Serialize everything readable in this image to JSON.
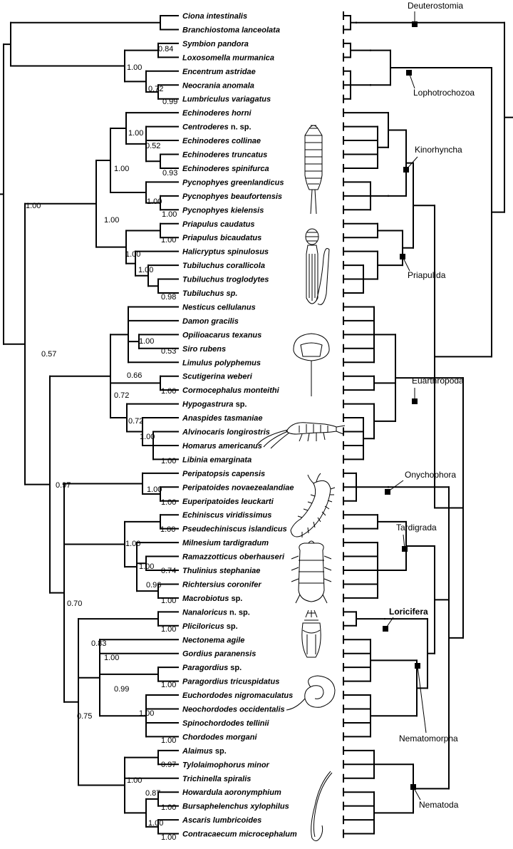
{
  "taxa": [
    {
      "pre": "Ciona intestinalis"
    },
    {
      "pre": "Branchiostoma lanceolata"
    },
    {
      "pre": "Symbion pandora"
    },
    {
      "pre": "Loxosomella murmanica"
    },
    {
      "pre": "Encentrum astridae"
    },
    {
      "pre": "Neocrania anomala"
    },
    {
      "pre": "Lumbriculus variagatus"
    },
    {
      "pre": "Echinoderes horni"
    },
    {
      "pre": "Centroderes",
      "post": " n. sp."
    },
    {
      "pre": "Echinoderes collinae"
    },
    {
      "pre": "Echinoderes truncatus"
    },
    {
      "pre": "Echinoderes spinifurca"
    },
    {
      "pre": "Pycnophyes greenlandicus"
    },
    {
      "pre": "Pycnophyes beaufortensis"
    },
    {
      "pre": "Pycnophyes kielensis"
    },
    {
      "pre": "Priapulus caudatus"
    },
    {
      "pre": "Priapulus bicaudatus"
    },
    {
      "pre": "Halicryptus spinulosus"
    },
    {
      "pre": "Tubiluchus corallicola"
    },
    {
      "pre": "Tubiluchus troglodytes"
    },
    {
      "pre": "Tubiluchus sp."
    },
    {
      "pre": "Nesticus cellulanus"
    },
    {
      "pre": "Damon gracilis"
    },
    {
      "pre": "Opilioacarus texanus"
    },
    {
      "pre": "Siro rubens"
    },
    {
      "pre": "Limulus polyphemus"
    },
    {
      "pre": "Scutigerina weberi"
    },
    {
      "pre": "Cormocephalus monteithi"
    },
    {
      "pre": "Hypogastrura",
      "post": " sp."
    },
    {
      "pre": "Anaspides tasmaniae"
    },
    {
      "pre": "Alvinocaris longirostris"
    },
    {
      "pre": "Homarus americanus"
    },
    {
      "pre": "Libinia emarginata"
    },
    {
      "pre": "Peripatopsis capensis"
    },
    {
      "pre": "Peripatoides novaezealandiae"
    },
    {
      "pre": "Euperipatoides leuckarti"
    },
    {
      "pre": "Echiniscus viridissimus"
    },
    {
      "pre": "Pseudechiniscus islandicus"
    },
    {
      "pre": "Milnesium tardigradum"
    },
    {
      "pre": "Ramazzotticus oberhauseri"
    },
    {
      "pre": "Thulinius stephaniae"
    },
    {
      "pre": "Richtersius coronifer"
    },
    {
      "pre": "Macrobiotus",
      "post": " sp."
    },
    {
      "pre": "Nanaloricus",
      "post": " n. sp."
    },
    {
      "pre": "Pliciloricus",
      "post": " sp."
    },
    {
      "pre": "Nectonema agile"
    },
    {
      "pre": "Gordius paranensis"
    },
    {
      "pre": "Paragordius",
      "post": " sp."
    },
    {
      "pre": "Paragordius tricuspidatus"
    },
    {
      "pre": "Euchordodes nigromaculatus"
    },
    {
      "pre": "Neochordodes occidentalis"
    },
    {
      "pre": "Spinochordodes tellinii"
    },
    {
      "pre": "Chordodes morgani"
    },
    {
      "pre": "Alaimus",
      "post": " sp."
    },
    {
      "pre": "Tylolaimophorus minor"
    },
    {
      "pre": "Trichinella spiralis"
    },
    {
      "pre": "Howardula aoronymphium"
    },
    {
      "pre": "Bursaphelenchus xylophilus"
    },
    {
      "pre": "Ascaris lumbricoides"
    },
    {
      "pre": "Contracaecum microcephalum"
    }
  ],
  "support_values": [
    {
      "id": "s_sym_lox",
      "value": "0.84"
    },
    {
      "id": "s_loph",
      "value": "1.00"
    },
    {
      "id": "s_neo_lum",
      "value": "0.99"
    },
    {
      "id": "s_enc_grp",
      "value": "0.72"
    },
    {
      "id": "s_echh_grp",
      "value": "1.00"
    },
    {
      "id": "s_cent_grp",
      "value": "0.52"
    },
    {
      "id": "s_tru_spi",
      "value": "0.93"
    },
    {
      "id": "s_kino",
      "value": "1.00"
    },
    {
      "id": "s_pyc_grp",
      "value": "1.00"
    },
    {
      "id": "s_beau_kiel",
      "value": "1.00"
    },
    {
      "id": "s_scalid",
      "value": "1.00"
    },
    {
      "id": "s_pri_cau_bic",
      "value": "1.00"
    },
    {
      "id": "s_pri_grp",
      "value": "1.00"
    },
    {
      "id": "s_tub_grp",
      "value": "1.00"
    },
    {
      "id": "s_trog_sp",
      "value": "0.98"
    },
    {
      "id": "s_protostomia",
      "value": "1.00"
    },
    {
      "id": "s_opil_grp",
      "value": "1.00"
    },
    {
      "id": "s_siro",
      "value": "0.53"
    },
    {
      "id": "s_chel",
      "value": "0.66"
    },
    {
      "id": "s_euarth",
      "value": "0.72"
    },
    {
      "id": "s_myr",
      "value": "1.00"
    },
    {
      "id": "s_pancrust",
      "value": "0.72"
    },
    {
      "id": "s_malac",
      "value": "1.00"
    },
    {
      "id": "s_hom_lib",
      "value": "1.00"
    },
    {
      "id": "s_ecdy",
      "value": "0.57"
    },
    {
      "id": "s_pan_ecd",
      "value": "0.97"
    },
    {
      "id": "s_onych",
      "value": "1.00"
    },
    {
      "id": "s_peri",
      "value": "1.00"
    },
    {
      "id": "s_ech_pse",
      "value": "1.00"
    },
    {
      "id": "s_tardi",
      "value": "1.00"
    },
    {
      "id": "s_eutard",
      "value": "1.00"
    },
    {
      "id": "s_ram_thu",
      "value": "0.74"
    },
    {
      "id": "s_macro_grp",
      "value": "0.96"
    },
    {
      "id": "s_ric_mac",
      "value": "1.00"
    },
    {
      "id": "s_nema_grp",
      "value": "0.70"
    },
    {
      "id": "s_lori",
      "value": "1.00"
    },
    {
      "id": "s_lori_nemato",
      "value": "0.83"
    },
    {
      "id": "s_nemato",
      "value": "1.00"
    },
    {
      "id": "s_gordiida",
      "value": "0.99"
    },
    {
      "id": "s_parag",
      "value": "1.00"
    },
    {
      "id": "s_chordo",
      "value": "1.00"
    },
    {
      "id": "s_spi_cho",
      "value": "1.00"
    },
    {
      "id": "s_nematoda_grp",
      "value": "0.75"
    },
    {
      "id": "s_alai",
      "value": "0.97"
    },
    {
      "id": "s_nematoda",
      "value": "1.00"
    },
    {
      "id": "s_rhabd",
      "value": "0.87"
    },
    {
      "id": "s_how_bur",
      "value": "1.00"
    },
    {
      "id": "s_asc_grp",
      "value": "1.00"
    },
    {
      "id": "s_asc_con",
      "value": "1.00"
    }
  ],
  "clades": [
    {
      "id": "deut",
      "label": "Deuterostomia"
    },
    {
      "id": "loph",
      "label": "Lophotrochozoa"
    },
    {
      "id": "kino",
      "label": "Kinorhyncha"
    },
    {
      "id": "pria",
      "label": "Priapulida"
    },
    {
      "id": "euar",
      "label": "Euarthropoda"
    },
    {
      "id": "onyc",
      "label": "Onychophora"
    },
    {
      "id": "tard",
      "label": "Tardigrada"
    },
    {
      "id": "lori",
      "label": "Loricifera",
      "bold": true
    },
    {
      "id": "nemm",
      "label": "Nematomorpha"
    },
    {
      "id": "nema",
      "label": "Nematoda"
    }
  ]
}
